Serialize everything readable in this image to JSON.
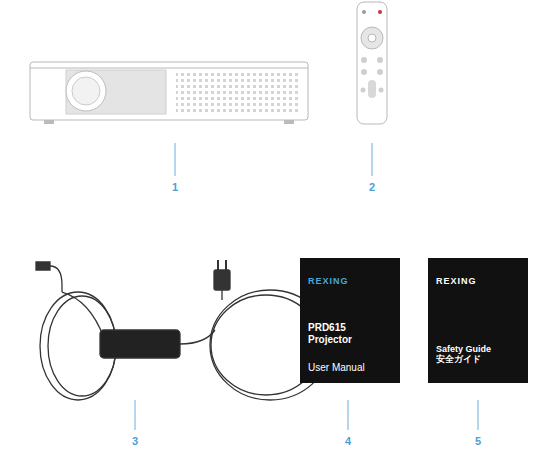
{
  "diagram": {
    "nodes": [
      {
        "text": [
          "REXING",
          "PRD615 Projector",
          "User Manual"
        ]
      },
      {
        "text": [
          "REXING",
          "Safety Guide 安全ガイド"
        ]
      }
    ],
    "labels": [
      "1",
      "2",
      "3",
      "4",
      "5"
    ]
  }
}
